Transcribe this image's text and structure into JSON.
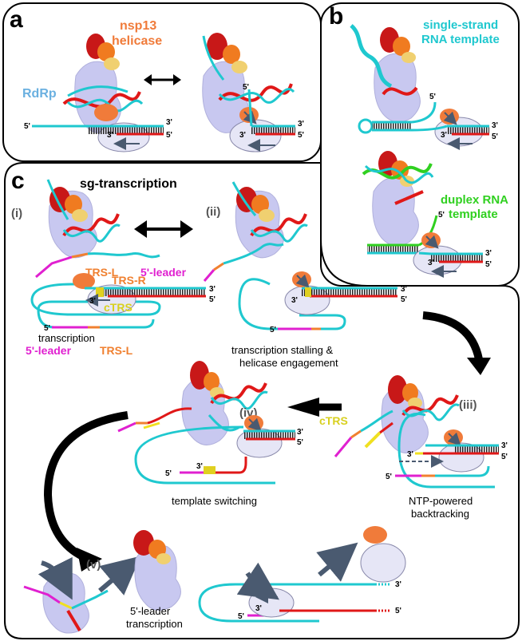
{
  "panels": {
    "a": {
      "letter": "a",
      "label_helicase_1": "nsp13",
      "label_helicase_2": "helicase",
      "label_rdrp": "RdRp"
    },
    "b": {
      "letter": "b",
      "label_ss_1": "single-strand",
      "label_ss_2": "RNA template",
      "label_duplex_1": "duplex RNA",
      "label_duplex_2": "template"
    },
    "c": {
      "letter": "c",
      "title": "sg-transcription",
      "steps": [
        "(i)",
        "(ii)",
        "(iii)",
        "(iv)",
        "(v)"
      ]
    }
  },
  "ends": {
    "five": "5'",
    "three": "3'"
  },
  "labels": {
    "trs_l": "TRS-L",
    "trs_r": "TRS-R",
    "ctrs": "cTRS",
    "five_leader": "5'-leader",
    "transcription": "transcription",
    "stalling_1": "transcription stalling &",
    "stalling_2": "helicase engagement",
    "template_switching": "template switching",
    "backtracking_1": "NTP-powered",
    "backtracking_2": "backtracking",
    "leader_tx_1": "5'-leader",
    "leader_tx_2": "transcription"
  },
  "colors": {
    "template": "#1fc8cf",
    "product": "#e01818",
    "helicase_label": "#f07b3a",
    "rdrp_label": "#6ab0e0",
    "duplex_label": "#30d020",
    "leader": "#e020d0",
    "trs": "#f08030",
    "ctrs": "#d8d020",
    "rdrp_surface": "#c8c8f0"
  }
}
